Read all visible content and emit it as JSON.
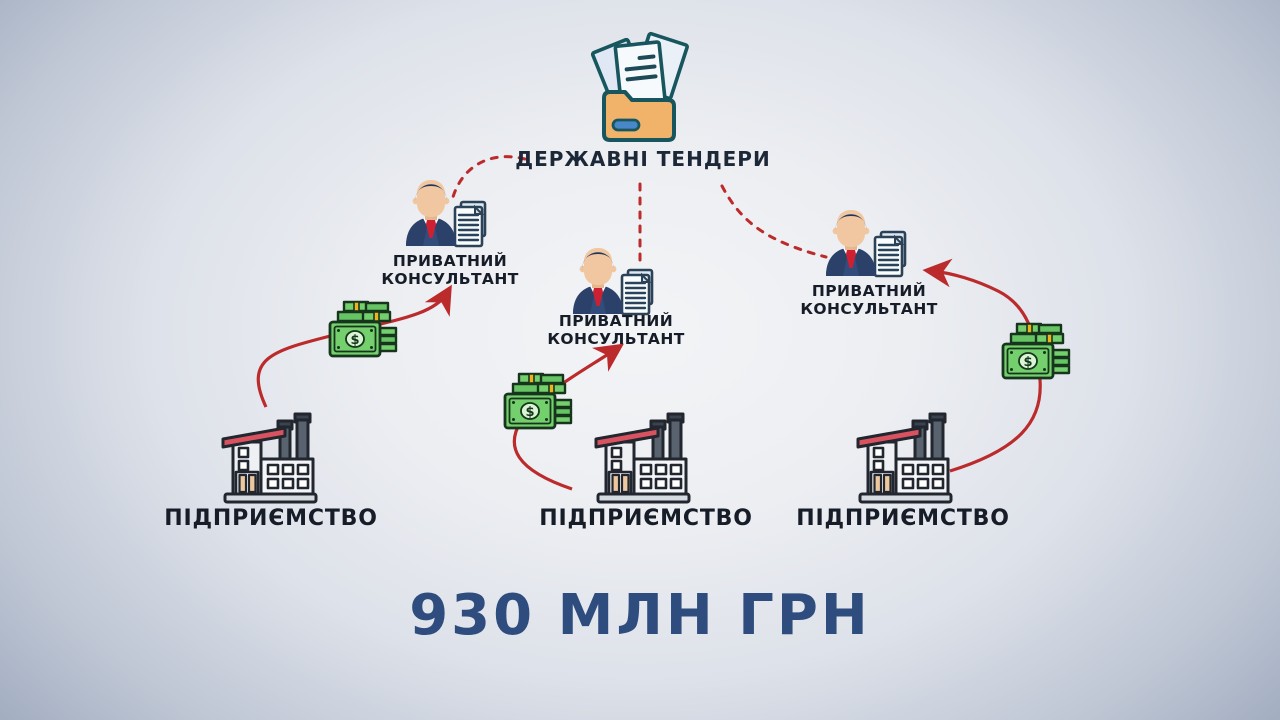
{
  "diagram": {
    "tenders": {
      "icon": "folder-documents-icon",
      "label": "ДЕРЖАВНІ ТЕНДЕРИ"
    },
    "consultants": [
      {
        "icon": "businessman-document-icon",
        "label_line1": "ПРИВАТНИЙ",
        "label_line2": "КОНСУЛЬТАНТ"
      },
      {
        "icon": "businessman-document-icon",
        "label_line1": "ПРИВАТНИЙ",
        "label_line2": "КОНСУЛЬТАНТ"
      },
      {
        "icon": "businessman-document-icon",
        "label_line1": "ПРИВАТНИЙ",
        "label_line2": "КОНСУЛЬТАНТ"
      }
    ],
    "enterprises": [
      {
        "icon": "factory-icon",
        "label": "ПІДПРИЄМСТВО"
      },
      {
        "icon": "factory-icon",
        "label": "ПІДПРИЄМСТВО"
      },
      {
        "icon": "factory-icon",
        "label": "ПІДПРИЄМСТВО"
      }
    ],
    "money_symbol": "$",
    "total_amount": "930 МЛН ГРН"
  },
  "colors": {
    "arrow_red": "#bb2b2c",
    "label_dark": "#171d28",
    "tenders_navy": "#1c2738",
    "amount_navy": "#2e4c7d",
    "money_green": "#74cf6d",
    "money_outline": "#16351c",
    "folder_orange": "#f1b269",
    "folder_outline": "#17565e",
    "suit_navy": "#324d7b",
    "background_edge": "#97a3b9"
  }
}
